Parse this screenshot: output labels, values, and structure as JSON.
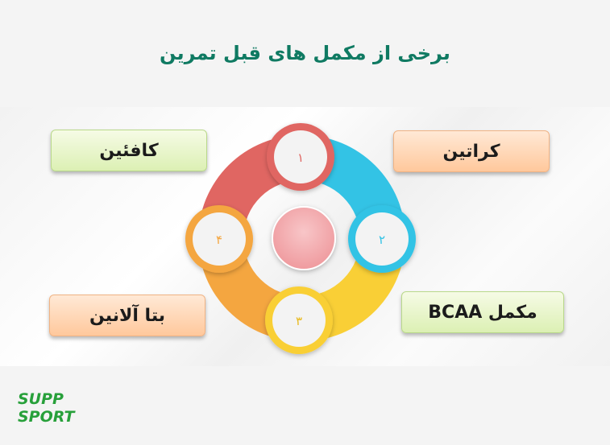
{
  "title": "برخی از مکمل های قبل تمرین",
  "labels": {
    "top_left": "کافئین",
    "top_right": "کراتین",
    "bottom_left": "بتا آلانین",
    "bottom_right": "مکمل BCAA"
  },
  "cycle": {
    "numbers": [
      "۱",
      "۲",
      "۳",
      "۴"
    ],
    "colors": {
      "red": "#e06662",
      "cyan": "#33c3e5",
      "yellow": "#f9cf36",
      "orange": "#f4a640",
      "center": "#f2a8ab"
    }
  },
  "logo": {
    "line1": "SUPP",
    "line2": "SPORT",
    "color": "#27a03a"
  }
}
